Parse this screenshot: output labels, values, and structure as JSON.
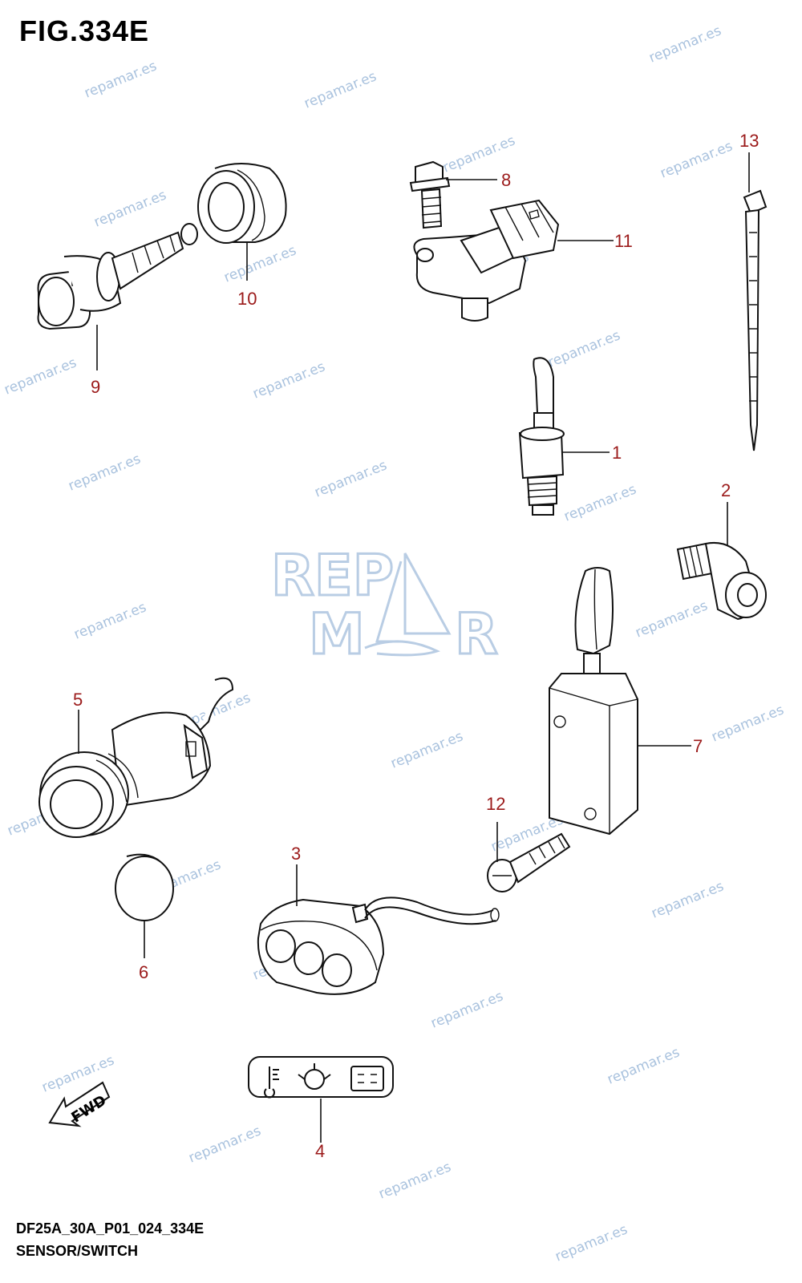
{
  "figure": {
    "title": "FIG.334E",
    "code": "DF25A_30A_P01_024_334E",
    "name": "SENSOR/SWITCH"
  },
  "callouts": [
    "1",
    "2",
    "3",
    "4",
    "5",
    "6",
    "7",
    "8",
    "9",
    "10",
    "11",
    "12",
    "13"
  ],
  "watermark": "repamar.es",
  "logo": {
    "top": "REP",
    "bottom": "M",
    "bottom_end": "R"
  },
  "fwd_label": "FWD",
  "colors": {
    "callout": "#9b1a1a",
    "watermark": "#a9c2de",
    "line": "#111111"
  }
}
